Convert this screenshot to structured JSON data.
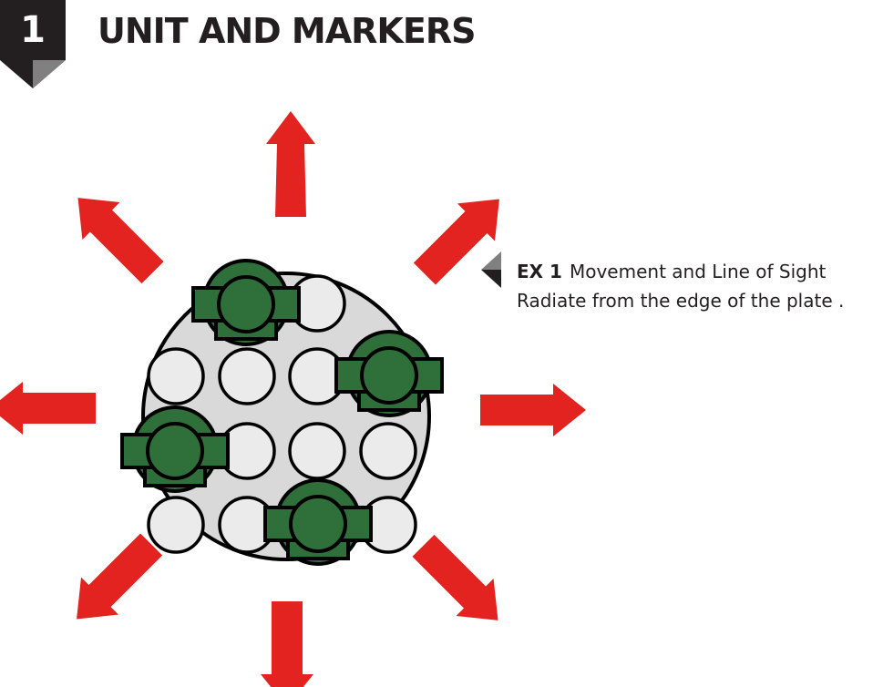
{
  "header": {
    "chapter_number": "1",
    "title": "UNIT AND MARKERS"
  },
  "caption": {
    "label": "EX 1",
    "line1": "Movement and Line of Sight",
    "line2": "Radiate from the edge of the plate ."
  },
  "colors": {
    "badge": "#231f20",
    "badge_fold": "#808080",
    "arrow": "#e2231f",
    "plate": "#d9d9d9",
    "socket": "#ebebeb",
    "model": "#2f6f3a",
    "outline": "#000000",
    "text": "#231f20"
  },
  "icons": {
    "chapter_badge": "chapter-badge-icon",
    "caption_pointer": "caption-pointer-icon",
    "arrow": "red-arrow-icon"
  },
  "diagram": {
    "arrow_count": 8,
    "empty_socket_count": 10,
    "model_count": 4
  }
}
